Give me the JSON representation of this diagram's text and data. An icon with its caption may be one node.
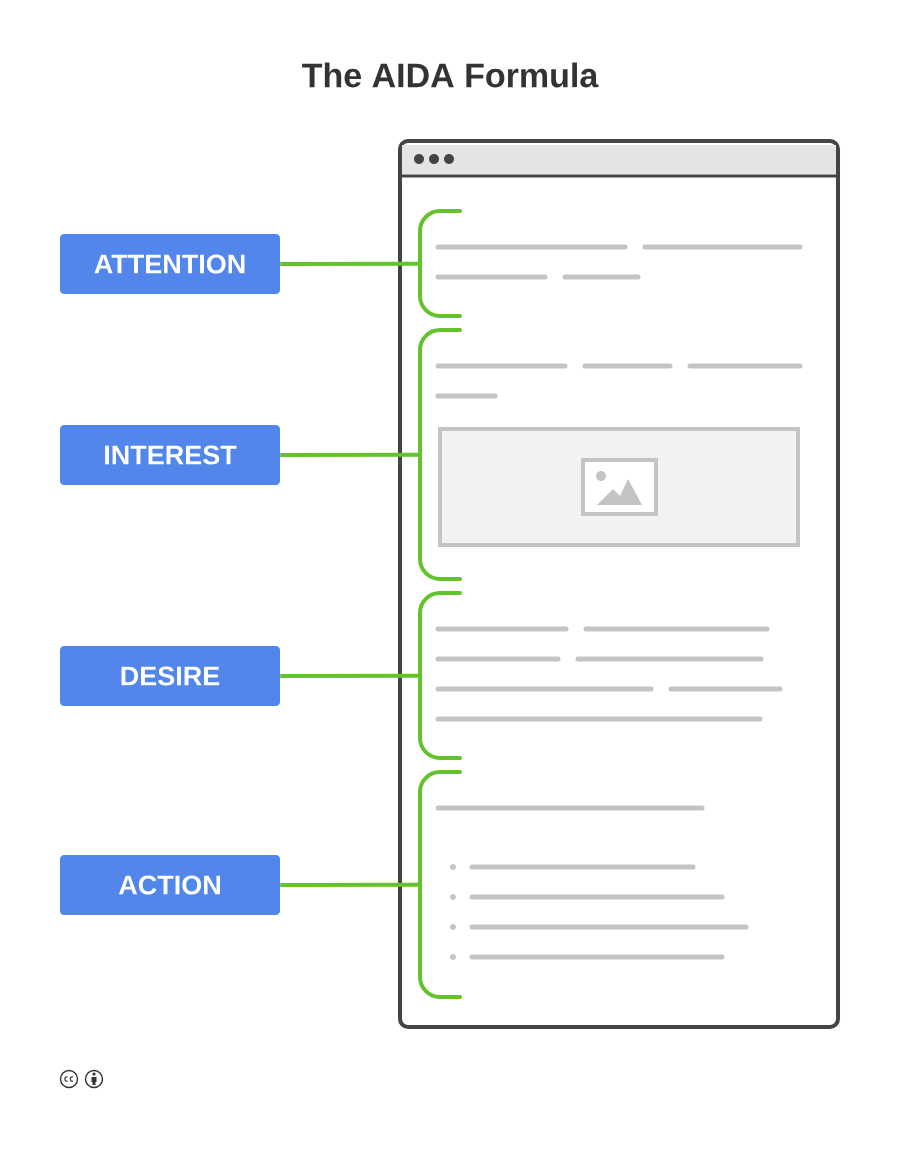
{
  "diagram": {
    "title": "The AIDA Formula",
    "nodes": [
      {
        "text": [
          "ATTENTION"
        ]
      },
      {
        "text": [
          "INTEREST"
        ]
      },
      {
        "text": [
          "DESIRE"
        ]
      },
      {
        "text": [
          "ACTION"
        ]
      },
      {
        "text": [],
        "shape": "bracket"
      },
      {
        "text": [],
        "shape": "bracket"
      },
      {
        "text": [],
        "shape": "bracket"
      },
      {
        "text": [],
        "shape": "bracket"
      }
    ],
    "edges": [
      {
        "from": 0,
        "to": 4,
        "arrow": "none"
      },
      {
        "from": 1,
        "to": 5,
        "arrow": "none"
      },
      {
        "from": 2,
        "to": 6,
        "arrow": "none"
      },
      {
        "from": 3,
        "to": 7,
        "arrow": "none"
      }
    ]
  }
}
